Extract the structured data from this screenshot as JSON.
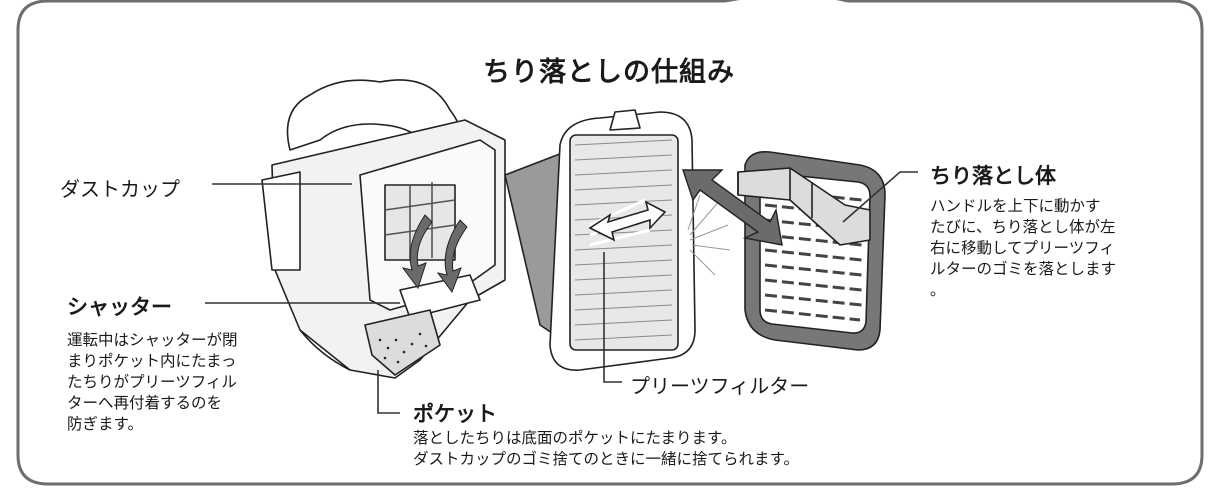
{
  "title": "ちり落としの仕組み",
  "labels": {
    "dust_cup": "ダストカップ",
    "pleats_filter": "プリーツフィルター",
    "shaker": {
      "heading": "ちり落とし体",
      "description": "ハンドルを上下に動かす\nたびに、ちり落とし体が左\n右に移動してプリーツフィ\nルターのゴミを落とします\n。"
    },
    "shutter": {
      "heading": "シャッター",
      "description": "運転中はシャッターが閉\nまりポケット内にたまっ\nたちりがプリーツフィル\nターへ再付着するのを\n防ぎます。"
    },
    "pocket": {
      "heading": "ポケット",
      "description": "落としたちりは底面のポケットにたまります。\nダストカップのゴミ捨てのときに一緒に捨てられます。"
    }
  },
  "colors": {
    "frame": "#6e6e6e",
    "line": "#333333",
    "arrow_fill": "#6b6b6b"
  }
}
